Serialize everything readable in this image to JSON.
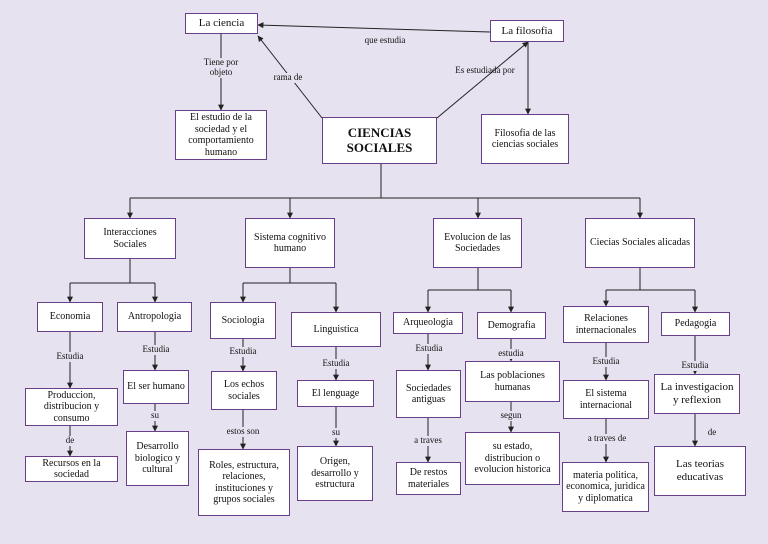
{
  "nodes": {
    "la_ciencia": "La ciencia",
    "la_filosofia": "La filosofia",
    "estudio_sociedad": "El estudio de la sociedad y el comportamiento humano",
    "ciencias_sociales": "CIENCIAS SOCIALES",
    "filosofia_ciencias": "Filosofia de las ciencias sociales",
    "interacciones": "Interacciones Sociales",
    "sistema_cognitivo": "Sistema cognitivo humano",
    "evolucion": "Evolucion de las Sociedades",
    "ciencias_aplicadas": "Ciecias Sociales alicadas",
    "economia": "Economia",
    "antropologia": "Antropologia",
    "sociologia": "Sociologia",
    "linguistica": "Linguistica",
    "arqueologia": "Arqueologia",
    "demografia": "Demografia",
    "relaciones": "Relaciones internacionales",
    "pedagogia": "Pedagogia",
    "produccion": "Produccion, distribucion y consumo",
    "recursos": "Recursos en la sociedad",
    "ser_humano": "El ser humano",
    "desarrollo": "Desarrollo biologico y cultural",
    "echos": "Los echos sociales",
    "roles": "Roles, estructura, relaciones, instituciones y grupos sociales",
    "lenguage": "El lenguage",
    "origen": "Origen, desarrollo y estructura",
    "sociedades_antiguas": "Sociedades antiguas",
    "restos": "De restos materiales",
    "poblaciones": "Las poblaciones humanas",
    "su_estado": "su estado, distribucion o evolucion historica",
    "sistema_internacional": "El sistema internacional",
    "materia": "materia politica, economica, juridica y diplomatica",
    "investigacion": "La investigacion y reflexion",
    "teorias": "Las teorias educativas"
  },
  "labels": {
    "que_estudia": "que estudia",
    "tiene_por_objeto": "Tiene por objeto",
    "rama_de": "rama de",
    "es_estudiada_por": "Es estudiada por",
    "estudia_1": "Estudia",
    "de_1": "de",
    "estudia_2": "Estudia",
    "su_1": "su",
    "estudia_3": "Estudia",
    "estos_son": "estos son",
    "estudia_4": "Estudia",
    "su_2": "su",
    "estudia_5": "Estudia",
    "a_traves_1": "a traves",
    "estudia_6": "estudia",
    "segun": "segun",
    "estudia_7": "Estudia",
    "a_traves_de": "a traves de",
    "estudia_8": "Estudia",
    "de_2": "de"
  },
  "colors": {
    "background": "#e7e2ef",
    "border": "#6a3f8a",
    "line": "#222222"
  }
}
